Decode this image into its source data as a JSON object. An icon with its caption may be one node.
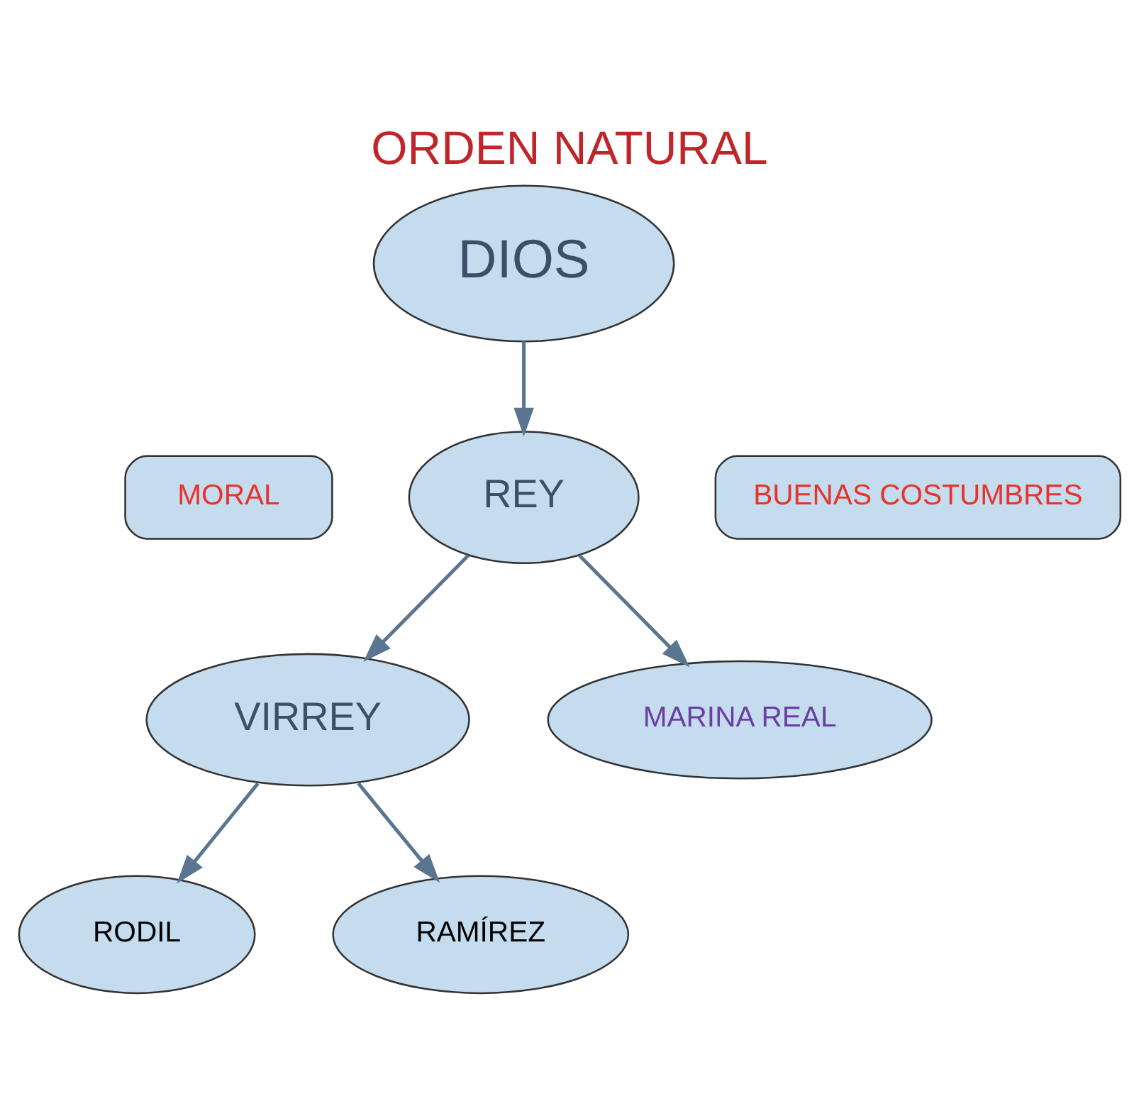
{
  "diagram": {
    "title": "ORDEN NATURAL",
    "nodes": [
      {
        "text": [
          "DIOS"
        ]
      },
      {
        "text": [
          "MORAL"
        ]
      },
      {
        "text": [
          "REY"
        ]
      },
      {
        "text": [
          "BUENAS COSTUMBRES"
        ]
      },
      {
        "text": [
          "VIRREY"
        ]
      },
      {
        "text": [
          "MARINA REAL"
        ]
      },
      {
        "text": [
          "RODIL"
        ]
      },
      {
        "text": [
          "RAMÍREZ"
        ]
      }
    ],
    "edges": [
      {
        "from": 0,
        "to": 2,
        "arrow": "to"
      },
      {
        "from": 2,
        "to": 4,
        "arrow": "to"
      },
      {
        "from": 2,
        "to": 5,
        "arrow": "to"
      },
      {
        "from": 4,
        "to": 6,
        "arrow": "to"
      },
      {
        "from": 4,
        "to": 7,
        "arrow": "to"
      }
    ]
  }
}
